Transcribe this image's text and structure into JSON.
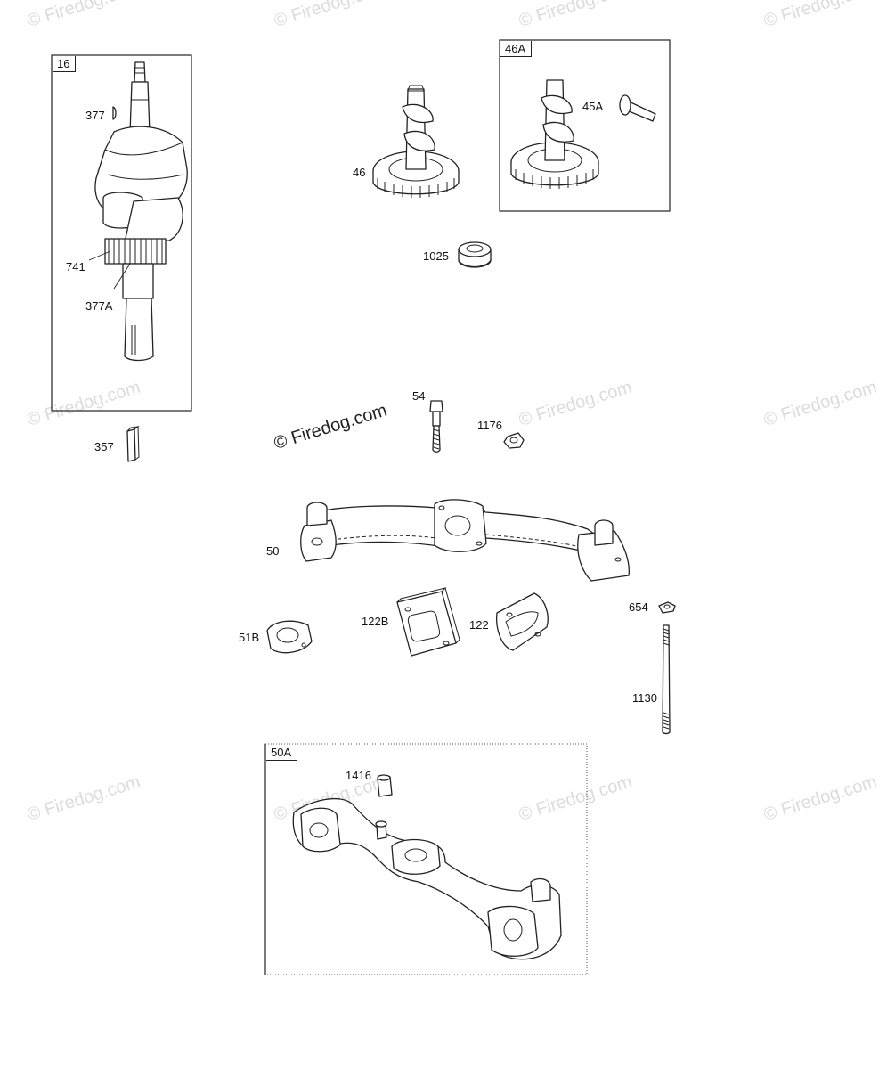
{
  "watermark": "© Firedog.com",
  "watermark_main": "© Firedog.com",
  "boxes": {
    "crankshaft": "16",
    "camshaft_alt": "46A",
    "manifold_alt": "50A"
  },
  "labels": {
    "p377": "377",
    "p741": "741",
    "p377a": "377A",
    "p357": "357",
    "p46": "46",
    "p45a": "45A",
    "p1025": "1025",
    "p54": "54",
    "p1176": "1176",
    "p50": "50",
    "p51b": "51B",
    "p122b": "122B",
    "p122": "122",
    "p654": "654",
    "p1130": "1130",
    "p1416": "1416"
  }
}
